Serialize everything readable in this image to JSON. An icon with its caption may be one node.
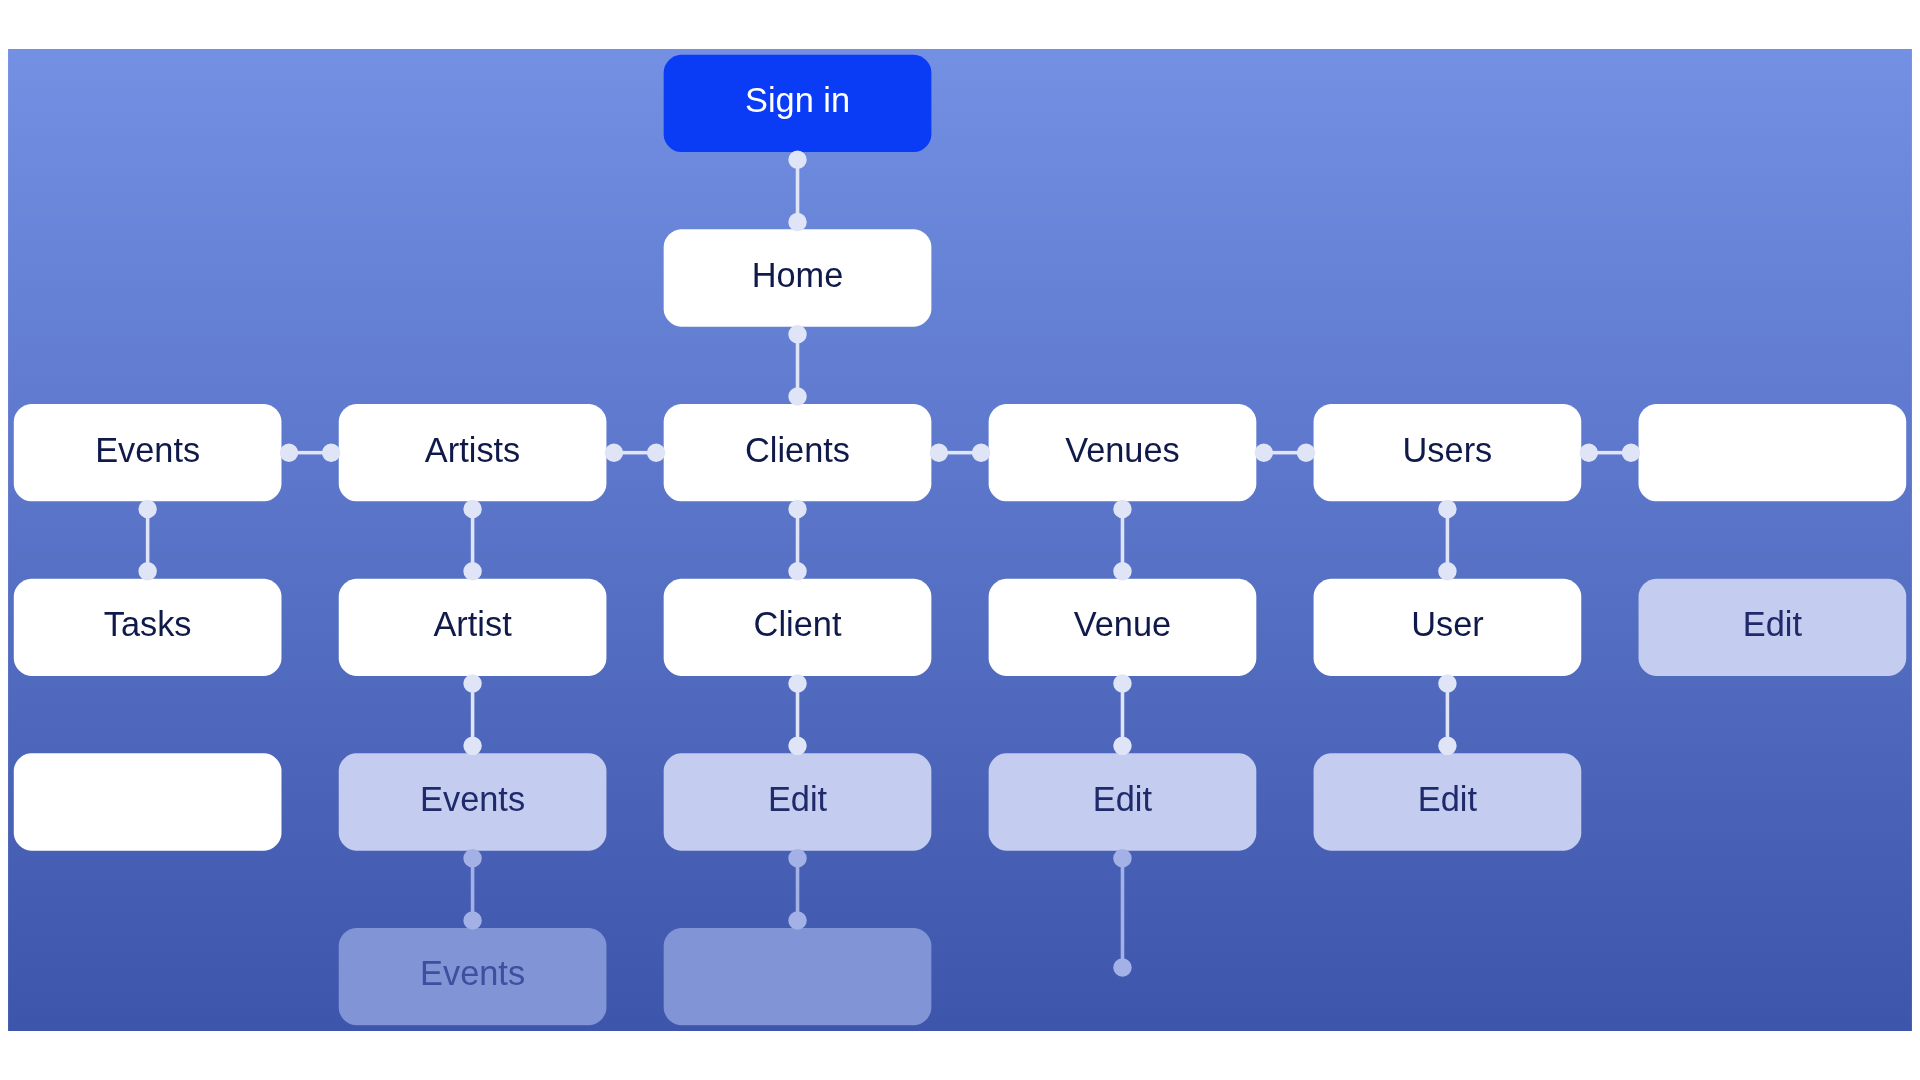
{
  "diagram": {
    "nodes": [
      {
        "text": [
          "Sign in"
        ]
      },
      {
        "text": [
          "Home"
        ]
      },
      {
        "text": [
          "Events"
        ]
      },
      {
        "text": [
          "Artists"
        ]
      },
      {
        "text": [
          "Clients"
        ]
      },
      {
        "text": [
          "Venues"
        ]
      },
      {
        "text": [
          "Users"
        ]
      },
      {
        "text": [],
        "shape": "box"
      },
      {
        "text": [
          "Tasks"
        ]
      },
      {
        "text": [
          "Artist"
        ]
      },
      {
        "text": [
          "Client"
        ]
      },
      {
        "text": [
          "Venue"
        ]
      },
      {
        "text": [
          "User"
        ]
      },
      {
        "text": [
          "Edit"
        ]
      },
      {
        "text": [],
        "shape": "box"
      },
      {
        "text": [
          "Events"
        ]
      },
      {
        "text": [
          "Edit"
        ]
      },
      {
        "text": [
          "Edit"
        ]
      },
      {
        "text": [
          "Edit"
        ]
      },
      {
        "text": [
          "Events"
        ]
      },
      {
        "text": [],
        "shape": "box"
      }
    ],
    "edges": [
      {
        "from": 0,
        "to": 1,
        "arrow": "other"
      },
      {
        "from": 1,
        "to": 4,
        "arrow": "other"
      },
      {
        "from": 2,
        "to": 3,
        "arrow": "other"
      },
      {
        "from": 3,
        "to": 4,
        "arrow": "other"
      },
      {
        "from": 4,
        "to": 5,
        "arrow": "other"
      },
      {
        "from": 5,
        "to": 6,
        "arrow": "other"
      },
      {
        "from": 6,
        "to": 7,
        "arrow": "other"
      },
      {
        "from": 2,
        "to": 8,
        "arrow": "other"
      },
      {
        "from": 3,
        "to": 9,
        "arrow": "other"
      },
      {
        "from": 4,
        "to": 10,
        "arrow": "other"
      },
      {
        "from": 5,
        "to": 11,
        "arrow": "other"
      },
      {
        "from": 6,
        "to": 12,
        "arrow": "other"
      },
      {
        "from": 9,
        "to": 15,
        "arrow": "other"
      },
      {
        "from": 10,
        "to": 16,
        "arrow": "other"
      },
      {
        "from": 11,
        "to": 17,
        "arrow": "other"
      },
      {
        "from": 12,
        "to": 18,
        "arrow": "other"
      },
      {
        "from": 15,
        "to": 19,
        "arrow": "other",
        "color": "#a3b1e6"
      },
      {
        "from": 16,
        "to": 20,
        "arrow": "other",
        "color": "#a3b1e6"
      },
      {
        "from": 17,
        "to": null,
        "arrow": "other",
        "color": "#a3b1e6"
      }
    ]
  }
}
